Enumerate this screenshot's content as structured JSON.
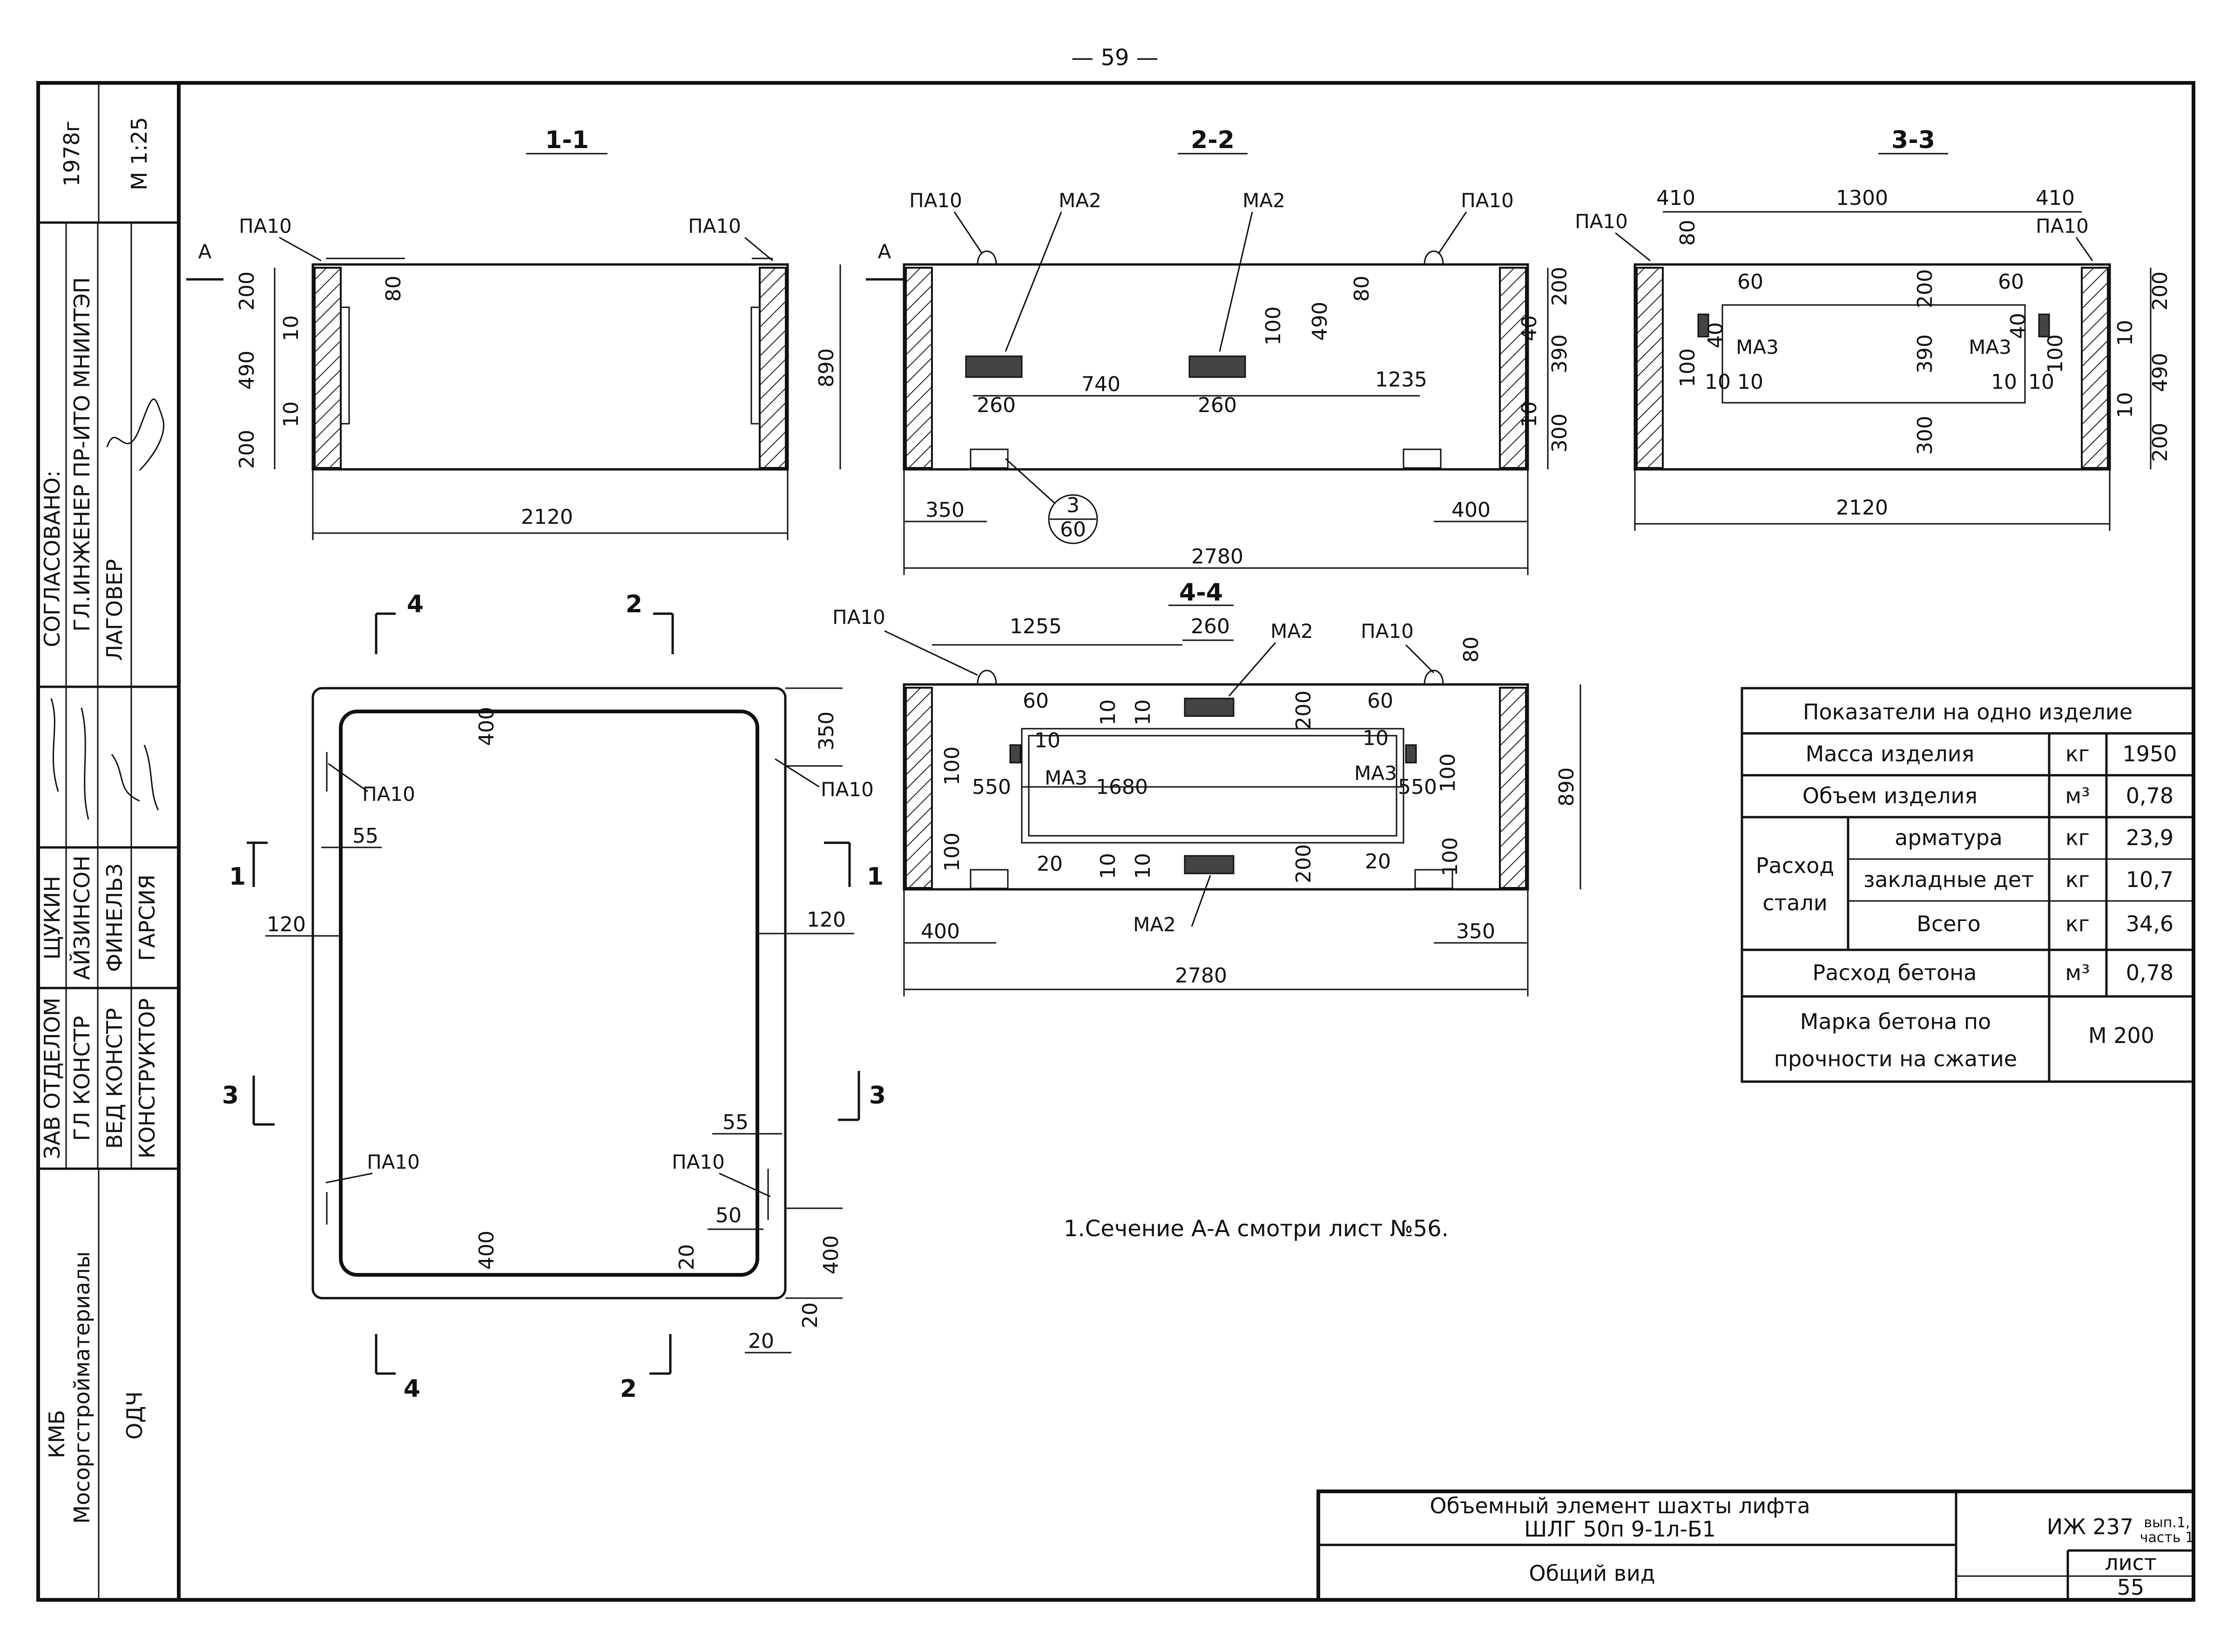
{
  "page_number": "— 59 —",
  "side_stamp": {
    "year": "1978г",
    "scale": "М 1:25",
    "approved_label": "СОГЛАСОВАНО:",
    "approved_role": "ГЛ.ИНЖЕНЕР ПР-ИТО МНИИТЭП",
    "approved_name": "ЛАГОВЕР",
    "roles": [
      "ЗАВ ОТДЕЛОМ",
      "ГЛ КОНСТР",
      "ВЕД КОНСТР",
      "КОНСТРУКТОР"
    ],
    "names": [
      "ЩУКИН",
      "АЙЗИНСОН",
      "ФИНЕЛЬЗ",
      "ГАРСИЯ"
    ],
    "org_line1": "КМБ",
    "org_line2": "Мосоргстройматериалы",
    "dept": "ОДЧ"
  },
  "sections": {
    "s11": {
      "title": "1-1",
      "loop_left": "ПА10",
      "loop_right": "ПА10",
      "cut_left": "А",
      "cut_right": "А",
      "dims": {
        "top_left": "200",
        "d10a": "10",
        "d490": "490",
        "d10b": "10",
        "bot_left": "200",
        "d80": "80",
        "height": "890",
        "width": "2120"
      }
    },
    "s22": {
      "title": "2-2",
      "loop_left": "ПА10",
      "loop_right": "ПА10",
      "plate_left": "МА2",
      "plate_right": "МА2",
      "circle_top": "3",
      "circle_bot": "60",
      "dims": {
        "d80": "80",
        "d490": "490",
        "d100": "100",
        "d260a": "260",
        "d740": "740",
        "d260b": "260",
        "d1235": "1235",
        "d200": "200",
        "d40": "40",
        "d390": "390",
        "d10": "10",
        "d300": "300",
        "d350": "350",
        "d400": "400",
        "width": "2780"
      }
    },
    "s33": {
      "title": "3-3",
      "loop_left": "ПА10",
      "loop_right": "ПА10",
      "plate_left": "МА3",
      "plate_right": "МА3",
      "dims": {
        "d410a": "410",
        "d1300": "1300",
        "d410b": "410",
        "d80": "80",
        "d60a": "60",
        "d60b": "60",
        "d200a": "200",
        "d200b": "200",
        "d40a": "40",
        "d40b": "40",
        "d100a": "100",
        "d100b": "100",
        "d10a": "10",
        "d10b": "10",
        "d10c": "10",
        "d10d": "10",
        "d390": "390",
        "d300": "300",
        "d10e": "10",
        "d490": "490",
        "d10f": "10",
        "d200c": "200",
        "width": "2120"
      }
    },
    "s44": {
      "title": "4-4",
      "loop_left": "ПА10",
      "loop_right": "ПА10",
      "plate_top": "МА2",
      "plate_bot": "МА2",
      "plate_left": "МА3",
      "plate_right": "МА3",
      "dims": {
        "d1255": "1255",
        "d260": "260",
        "d80": "80",
        "d60a": "60",
        "d60b": "60",
        "d10a": "10",
        "d10b": "10",
        "d200a": "200",
        "d10c": "10",
        "d10d": "10",
        "d100a": "100",
        "d550a": "550",
        "d1680": "1680",
        "d550b": "550",
        "d100b": "100",
        "d100c": "100",
        "d20a": "20",
        "d10e": "10",
        "d10f": "10",
        "d200b": "200",
        "d20b": "20",
        "d100d": "100",
        "d890": "890",
        "d400": "400",
        "d350": "350",
        "width": "2780"
      }
    },
    "plan": {
      "cut4": "4",
      "cut2": "2",
      "cut1": "1",
      "cut3": "3",
      "loop_tl": "ПА10",
      "loop_tr": "ПА10",
      "loop_bl": "ПА10",
      "loop_br": "ПА10",
      "dims": {
        "d400a": "400",
        "d350": "350",
        "d55a": "55",
        "d120a": "120",
        "d120b": "120",
        "d55b": "55",
        "d50": "50",
        "d20a": "20",
        "d400b": "400",
        "d400c": "400",
        "d20b": "20",
        "d20c": "20"
      }
    }
  },
  "note": "1.Сечение А-А смотри лист №56.",
  "indicators": {
    "title": "Показатели на одно изделие",
    "mass_label": "Масса изделия",
    "mass_unit": "кг",
    "mass_value": "1950",
    "volume_label": "Объем изделия",
    "volume_unit": "м³",
    "volume_value": "0,78",
    "steel_label1": "Расход",
    "steel_label2": "стали",
    "rebar_label": "арматура",
    "rebar_unit": "кг",
    "rebar_value": "23,9",
    "embed_label": "закладные дет",
    "embed_unit": "кг",
    "embed_value": "10,7",
    "total_label": "Всего",
    "total_unit": "кг",
    "total_value": "34,6",
    "concrete_label": "Расход бетона",
    "concrete_unit": "м³",
    "concrete_value": "0,78",
    "grade_label1": "Марка бетона по",
    "grade_label2": "прочности на сжатие",
    "grade_value": "М 200"
  },
  "title_block": {
    "name_line1": "Объемный элемент шахты лифта",
    "name_line2": "ШЛГ 50п 9-1л-Б1",
    "view": "Общий вид",
    "code": "ИЖ 237",
    "issue": "вып.1,",
    "part": "часть 1",
    "sheet_label": "лист",
    "sheet_number": "55"
  }
}
